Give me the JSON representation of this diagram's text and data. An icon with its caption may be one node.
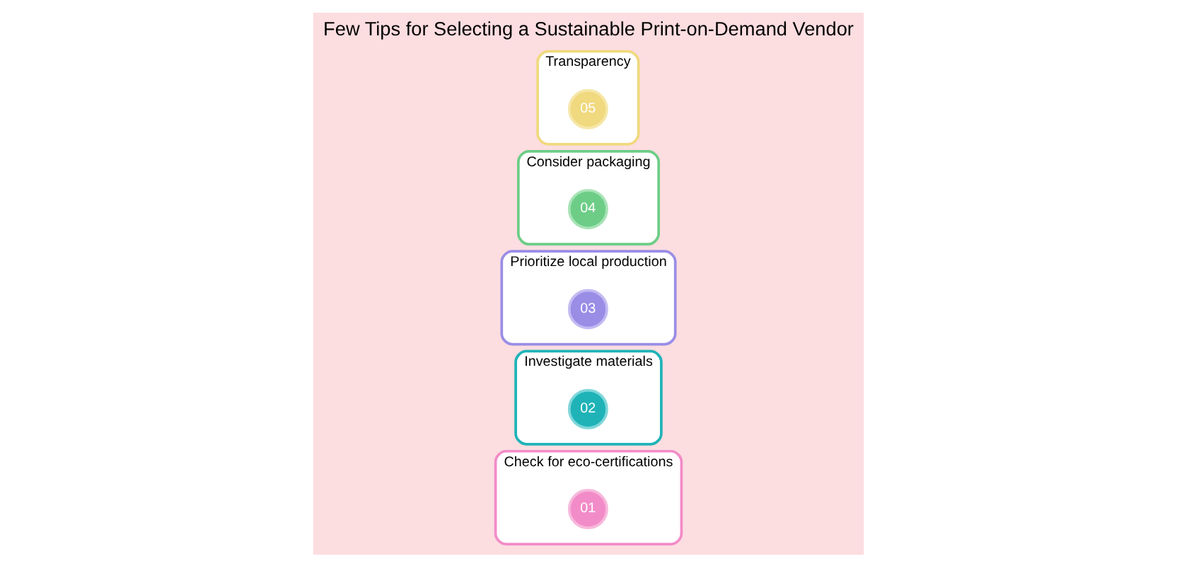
{
  "diagram": {
    "title": "Few Tips for Selecting a Sustainable Print-on-Demand Vendor",
    "nodes": [
      {
        "text": [
          "Check for eco-certifications"
        ]
      },
      {
        "text": [
          "01"
        ],
        "in": 0
      },
      {
        "text": [
          "Investigate materials"
        ]
      },
      {
        "text": [
          "02"
        ],
        "in": 2
      },
      {
        "text": [
          "Prioritize local production"
        ]
      },
      {
        "text": [
          "03"
        ],
        "in": 4
      },
      {
        "text": [
          "Consider packaging"
        ]
      },
      {
        "text": [
          "04"
        ],
        "in": 6
      },
      {
        "text": [
          "Transparency"
        ]
      },
      {
        "text": [
          "05"
        ],
        "in": 8
      }
    ],
    "edges": []
  }
}
